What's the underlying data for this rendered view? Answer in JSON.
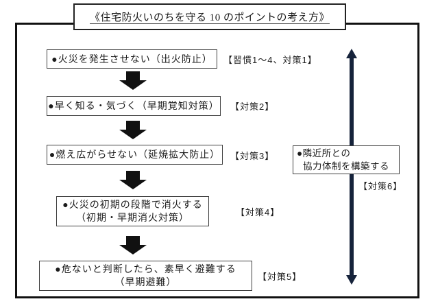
{
  "title": "《住宅防火いのちを守る 10 のポイントの考え方》",
  "flow": {
    "step1": {
      "text": "●火災を発生させない（出火防止）",
      "label": "【習慣1～4、対策1】"
    },
    "step2": {
      "text": "●早く知る・気づく（早期覚知対策）",
      "label": "【対策2】"
    },
    "step3": {
      "text": "●燃え広がらせない（延焼拡大防止）",
      "label": "【対策3】"
    },
    "step4": {
      "line1": "●火災の初期の段階で消火する",
      "line2": "（初期・早期消火対策）",
      "label": "【対策4】"
    },
    "step5": {
      "line1": "●危ないと判断したら、素早く避難する",
      "line2": "（早期避難）",
      "label": "【対策5】"
    },
    "side": {
      "line1": "●隣近所との",
      "line2": "協力体制を構築する",
      "label": "【対策6】"
    }
  },
  "icons": {
    "down_arrow": "solid-block-down-arrow",
    "vertical_arrow": "double-headed-vertical-arrow"
  },
  "colors": {
    "frame_border": "#111111",
    "box_border": "#3d3d3d",
    "down_arrow": "#111111",
    "vertical_arrow": "#16233b",
    "text": "#1b1b1b"
  }
}
